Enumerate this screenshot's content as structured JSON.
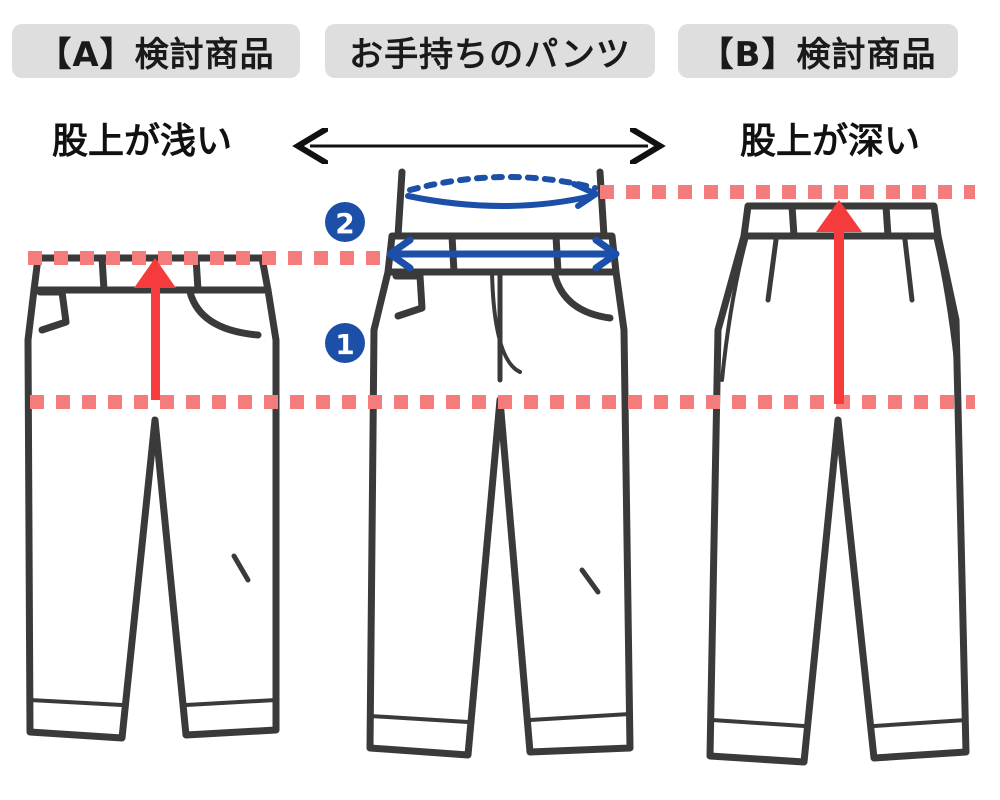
{
  "labels": {
    "item_a": "【A】検討商品",
    "own_pants": "お手持ちのパンツ",
    "item_b": "【B】検討商品"
  },
  "rise": {
    "shallow": "股上が浅い",
    "deep": "股上が深い"
  },
  "markers": {
    "one": "①",
    "two": "②"
  },
  "colors": {
    "pill_bg": "#dedede",
    "outline": "#3a3a3a",
    "guide_dots": "#f47c7c",
    "arrow_red": "#f53b3b",
    "measure_blue": "#1c4fa8"
  }
}
